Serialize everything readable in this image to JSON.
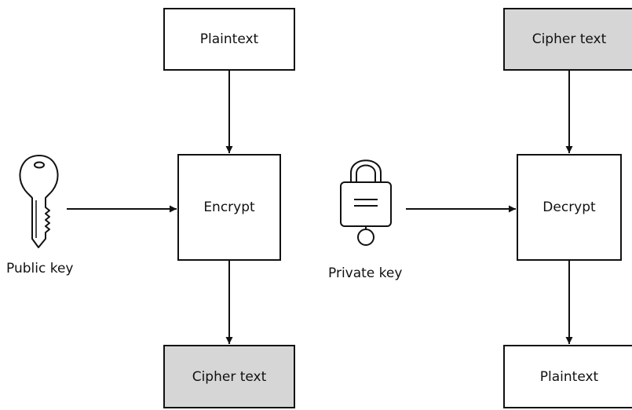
{
  "encrypt_flow": {
    "input_label": "Plaintext",
    "process_label": "Encrypt",
    "output_label": "Cipher text",
    "key_label": "Public key",
    "key_icon": "key-icon"
  },
  "decrypt_flow": {
    "input_label": "Cipher text",
    "process_label": "Decrypt",
    "output_label": "Plaintext",
    "key_label": "Private key",
    "key_icon": "padlock-icon"
  },
  "colors": {
    "shaded_box": "#d6d6d6",
    "line": "#111111"
  }
}
